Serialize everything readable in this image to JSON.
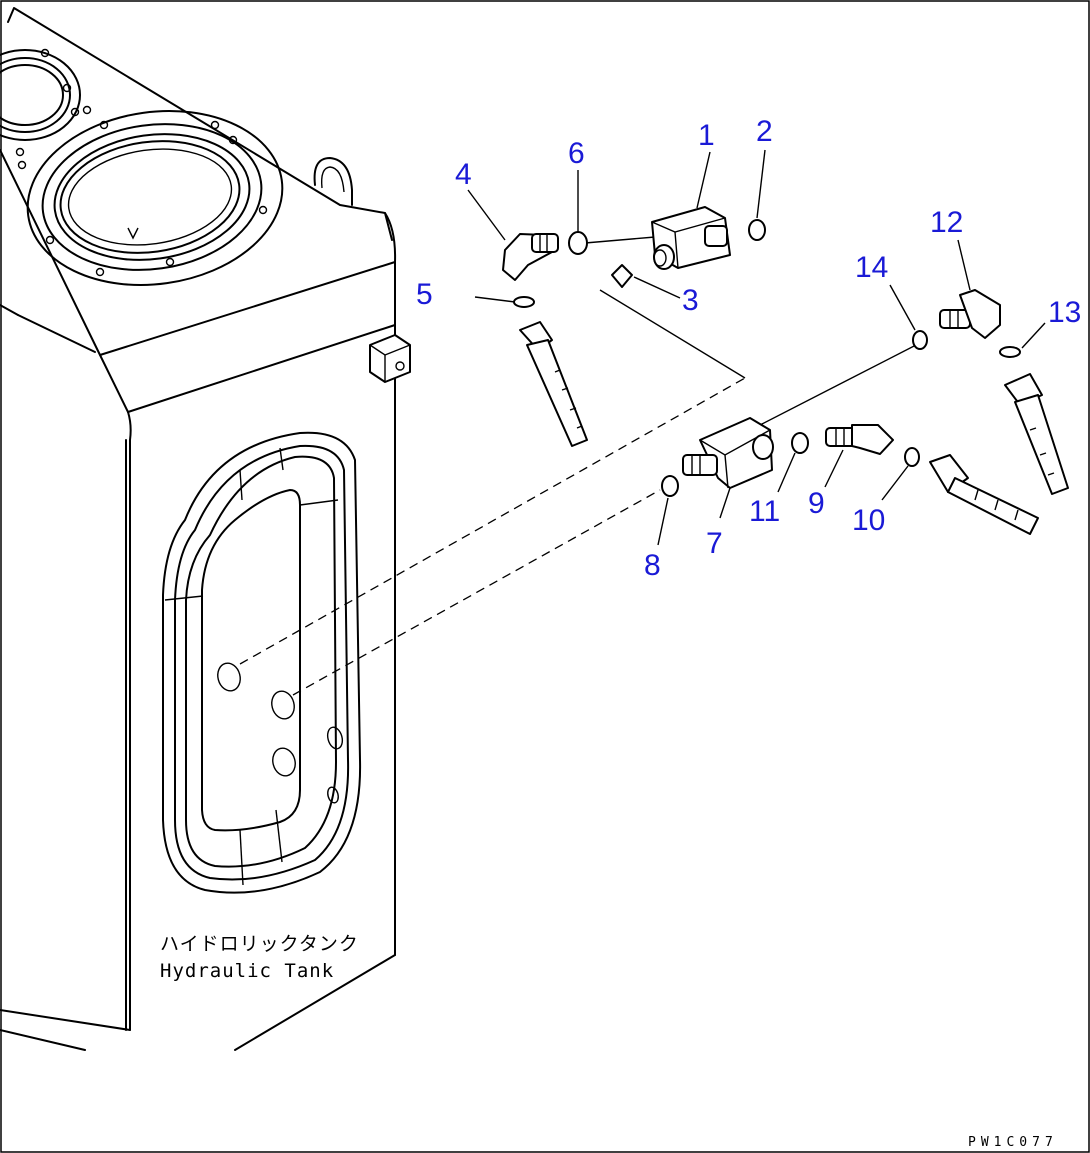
{
  "diagram": {
    "tank_label_jp": "ハイドロリックタンク",
    "tank_label_en": "Hydraulic Tank",
    "drawing_code": "PW1C077",
    "callouts": [
      {
        "id": "c1",
        "text": "1"
      },
      {
        "id": "c2",
        "text": "2"
      },
      {
        "id": "c3",
        "text": "3"
      },
      {
        "id": "c4",
        "text": "4"
      },
      {
        "id": "c5",
        "text": "5"
      },
      {
        "id": "c6",
        "text": "6"
      },
      {
        "id": "c7",
        "text": "7"
      },
      {
        "id": "c8",
        "text": "8"
      },
      {
        "id": "c9",
        "text": "9"
      },
      {
        "id": "c10",
        "text": "10"
      },
      {
        "id": "c11",
        "text": "11"
      },
      {
        "id": "c12",
        "text": "12"
      },
      {
        "id": "c13",
        "text": "13"
      },
      {
        "id": "c14",
        "text": "14"
      }
    ],
    "callout_color": "#1a1ad6",
    "line_color": "#000000"
  }
}
